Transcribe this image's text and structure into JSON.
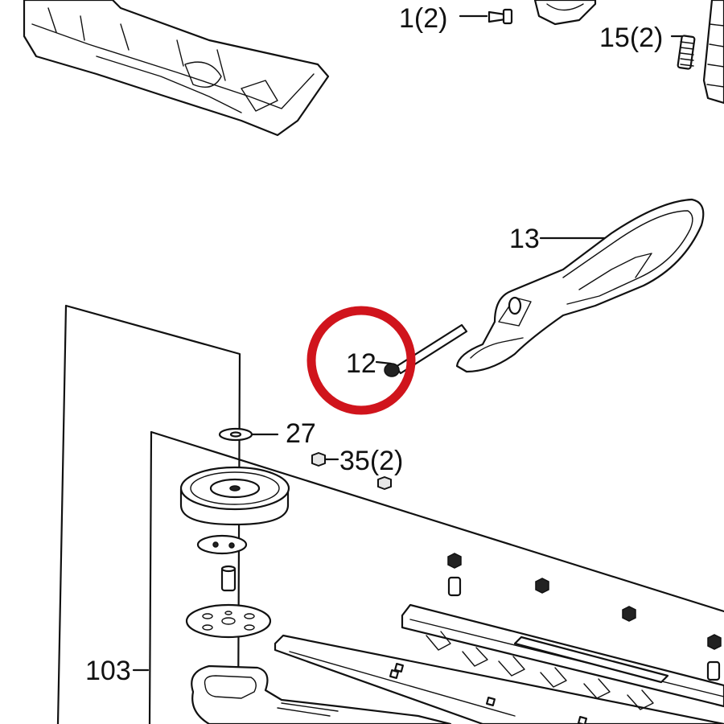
{
  "callouts": {
    "part_1": "1(2)",
    "part_15": "15(2)",
    "part_13": "13",
    "part_12": "12",
    "part_27": "27",
    "part_35": "35(2)",
    "part_103": "103"
  },
  "highlight": {
    "target_part": "12",
    "color": "#d0141c"
  },
  "colors": {
    "line": "#111111",
    "background": "#ffffff"
  }
}
